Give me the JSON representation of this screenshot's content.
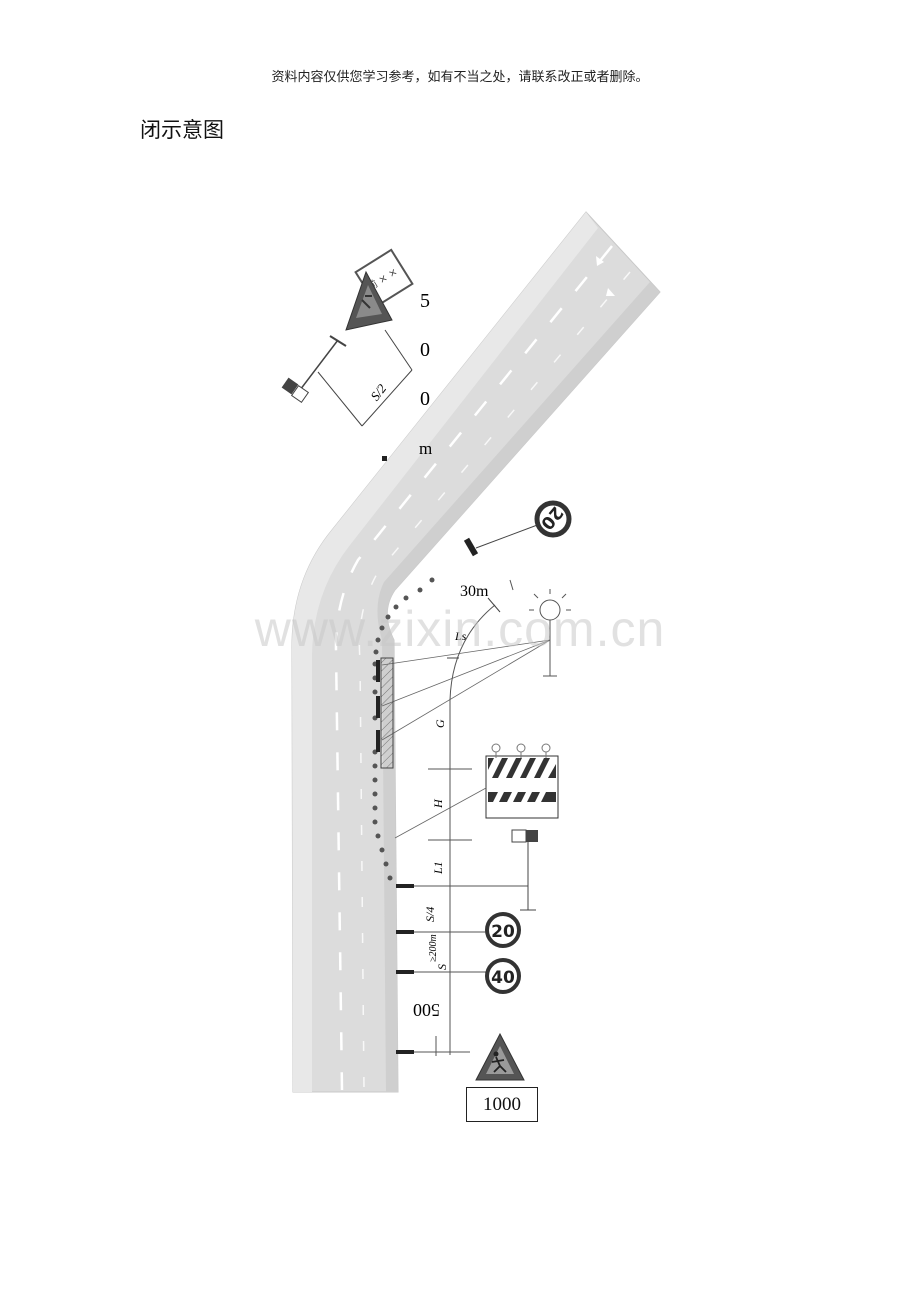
{
  "notice": "资料内容仅供您学习参考，如有不当之处，请联系改正或者删除。",
  "title": "闭示意图",
  "watermark": "www.zixin.com.cn",
  "diagram": {
    "dist_top_chars": [
      "5",
      "0",
      "0",
      "m"
    ],
    "label_s_half": "S/2",
    "label_30m": "30m",
    "label_ls": "Ls",
    "label_g": "G",
    "label_h": "H",
    "label_l1": "L1",
    "label_s_quarter": "S/4",
    "label_200m": "≥200m",
    "label_s": "S",
    "label_500": "500",
    "sign_speed_rotated": "20",
    "sign_speed_20": "20",
    "sign_speed_40": "40",
    "sign_panel_text": "前 × ×",
    "dist_bottom": "1000"
  },
  "colors": {
    "road": "#d9d9d9",
    "road_edge": "#c4c4c4",
    "lane_mark": "#ffffff",
    "sign_red": "#c0392b",
    "barrier_stripe": "#333333",
    "cone": "#555555"
  }
}
